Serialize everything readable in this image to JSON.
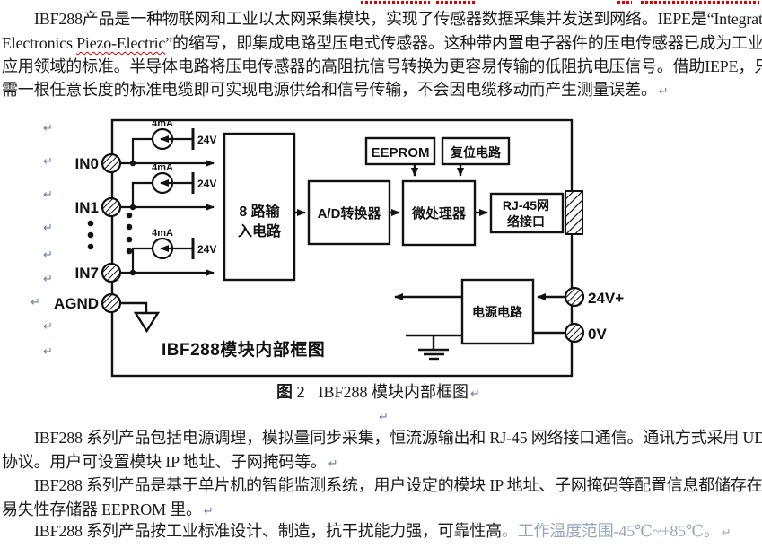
{
  "body": {
    "p1_l1": "IBF288产品是一种物联网和工业以太网采集模块，实现了传感器数据采集并发送到网络。IEPE是“Integrated",
    "p1_l2_pre": "Electronics ",
    "p1_l2_word": "Piezo-Electric",
    "p1_l2_post": "”的缩写，即集成电路型压电式传感器。这种带内置电子器件的压电传感器已成为工业",
    "p1_l3": "应用领域的标准。半导体电路将压电传感器的高阻抗信号转换为更容易传输的低阻抗电压信号。借助IEPE，只",
    "p1_l4": "需一根任意长度的标准电缆即可实现电源供给和信号传输，不会因电缆移动而产生测量误差。",
    "p2_l1": "IBF288 系列产品包括电源调理，模拟量同步采集，恒流源输出和 RJ-45 网络接口通信。通讯方式采用 UDP",
    "p2_l2": "协议。用户可设置模块 IP 地址、子网掩码等。",
    "p3_l1": "IBF288 系列产品是基于单片机的智能监测系统，用户设定的模块 IP 地址、子网掩码等配置信息都储存在非",
    "p3_l2": "易失性存储器 EEPROM 里。",
    "p4_main": "IBF288 系列产品按工业标准设计、制造，抗干扰能力强，可靠性高",
    "p4_faded": "。工作温度范围-45℃~+85℃。"
  },
  "caption": {
    "fig_label": "图 2",
    "text": "IBF288 模块内部框图"
  },
  "diagram": {
    "title": "IBF288模块内部框图",
    "blocks": {
      "input_line1": "8 路输",
      "input_line2": "入电路",
      "adc": "A/D转换器",
      "eeprom": "EEPROM",
      "reset": "复位电路",
      "mcu": "微处理器",
      "rj45_line1": "RJ-45网",
      "rj45_line2": "络接口",
      "power": "电源电路"
    },
    "terminals": {
      "in0": "IN0",
      "in1": "IN1",
      "in7": "IN7",
      "agnd": "AGND",
      "v24": "24V+",
      "v0": "0V"
    },
    "annotations": {
      "current": "4mA",
      "voltage": "24V"
    }
  },
  "marks": {
    "pilcrow": "↵"
  },
  "colors": {
    "text": "#1b1b1b",
    "faded_text": "#97a6ba",
    "squiggle_red": "#dd0000",
    "format_mark": "#6b7b9e",
    "diagram_stroke": "#111111",
    "page_background": "#ffffff"
  }
}
